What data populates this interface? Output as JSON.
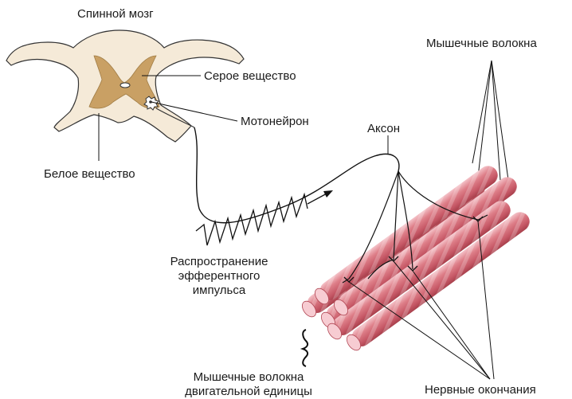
{
  "labels": {
    "spinal_cord": "Спинной мозг",
    "grey_matter": "Серое вещество",
    "motoneuron": "Мотонейрон",
    "white_matter": "Белое вещество",
    "axon": "Аксон",
    "muscle_fibers": "Мышечные волокна",
    "impulse_line1": "Распространение",
    "impulse_line2": "эфферентного",
    "impulse_line3": "импульса",
    "motor_unit_line1": "Мышечные волокна",
    "motor_unit_line2": "двигательной единицы",
    "nerve_endings": "Нервные окончания"
  },
  "colors": {
    "white_matter": "#f5ead8",
    "grey_matter": "#c9a064",
    "muscle": "#d9707a",
    "muscle_light": "#f2b8bf",
    "muscle_dark": "#b04552",
    "line": "#111111"
  }
}
